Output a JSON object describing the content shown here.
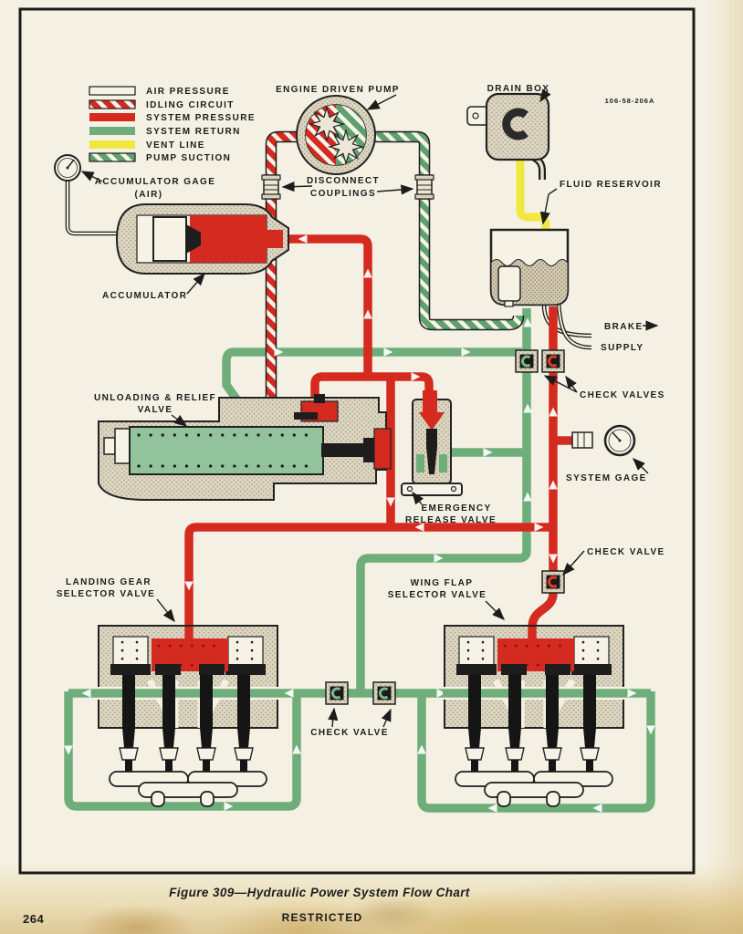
{
  "footer": {
    "caption": "Figure 309—Hydraulic Power System Flow Chart",
    "classification": "RESTRICTED",
    "page_number": "264"
  },
  "colors": {
    "paper": "#f4f1e4",
    "system_pressure_red": "#d42a20",
    "system_return_green": "#6fae7b",
    "vent_line_yellow": "#f0e83e",
    "line_black": "#1c1c1c"
  },
  "legend": {
    "items": [
      {
        "label": "AIR PRESSURE",
        "style": "outline-white",
        "color": "#f6f3e6"
      },
      {
        "label": "IDLING CIRCUIT",
        "style": "striped-red",
        "color": "#d42a20"
      },
      {
        "label": "SYSTEM PRESSURE",
        "style": "solid",
        "color": "#d42a20"
      },
      {
        "label": "SYSTEM RETURN",
        "style": "solid",
        "color": "#6fae7b"
      },
      {
        "label": "VENT LINE",
        "style": "solid",
        "color": "#f0e83e"
      },
      {
        "label": "PUMP SUCTION",
        "style": "striped-green",
        "color": "#6fae7b"
      }
    ]
  },
  "labels": {
    "engine_driven_pump": "ENGINE DRIVEN PUMP",
    "drain_box": "DRAIN BOX",
    "drawing_number": "106-58-206A",
    "accumulator_gage_line1": "ACCUMULATOR GAGE",
    "accumulator_gage_line2": "(AIR)",
    "disconnect_couplings_line1": "DISCONNECT",
    "disconnect_couplings_line2": "COUPLINGS",
    "fluid_reservoir": "FLUID RESERVOIR",
    "accumulator": "ACCUMULATOR",
    "brake_supply_line1": "BRAKE",
    "brake_supply_line2": "SUPPLY",
    "check_valves": "CHECK VALVES",
    "unloading_relief_line1": "UNLOADING & RELIEF",
    "unloading_relief_line2": "VALVE",
    "system_gage": "SYSTEM GAGE",
    "emergency_release_line1": "EMERGENCY",
    "emergency_release_line2": "RELEASE VALVE",
    "check_valve_upper": "CHECK VALVE",
    "landing_gear_line1": "LANDING GEAR",
    "landing_gear_line2": "SELECTOR VALVE",
    "wing_flap_line1": "WING FLAP",
    "wing_flap_line2": "SELECTOR VALVE",
    "check_valve_lower": "CHECK VALVE"
  }
}
